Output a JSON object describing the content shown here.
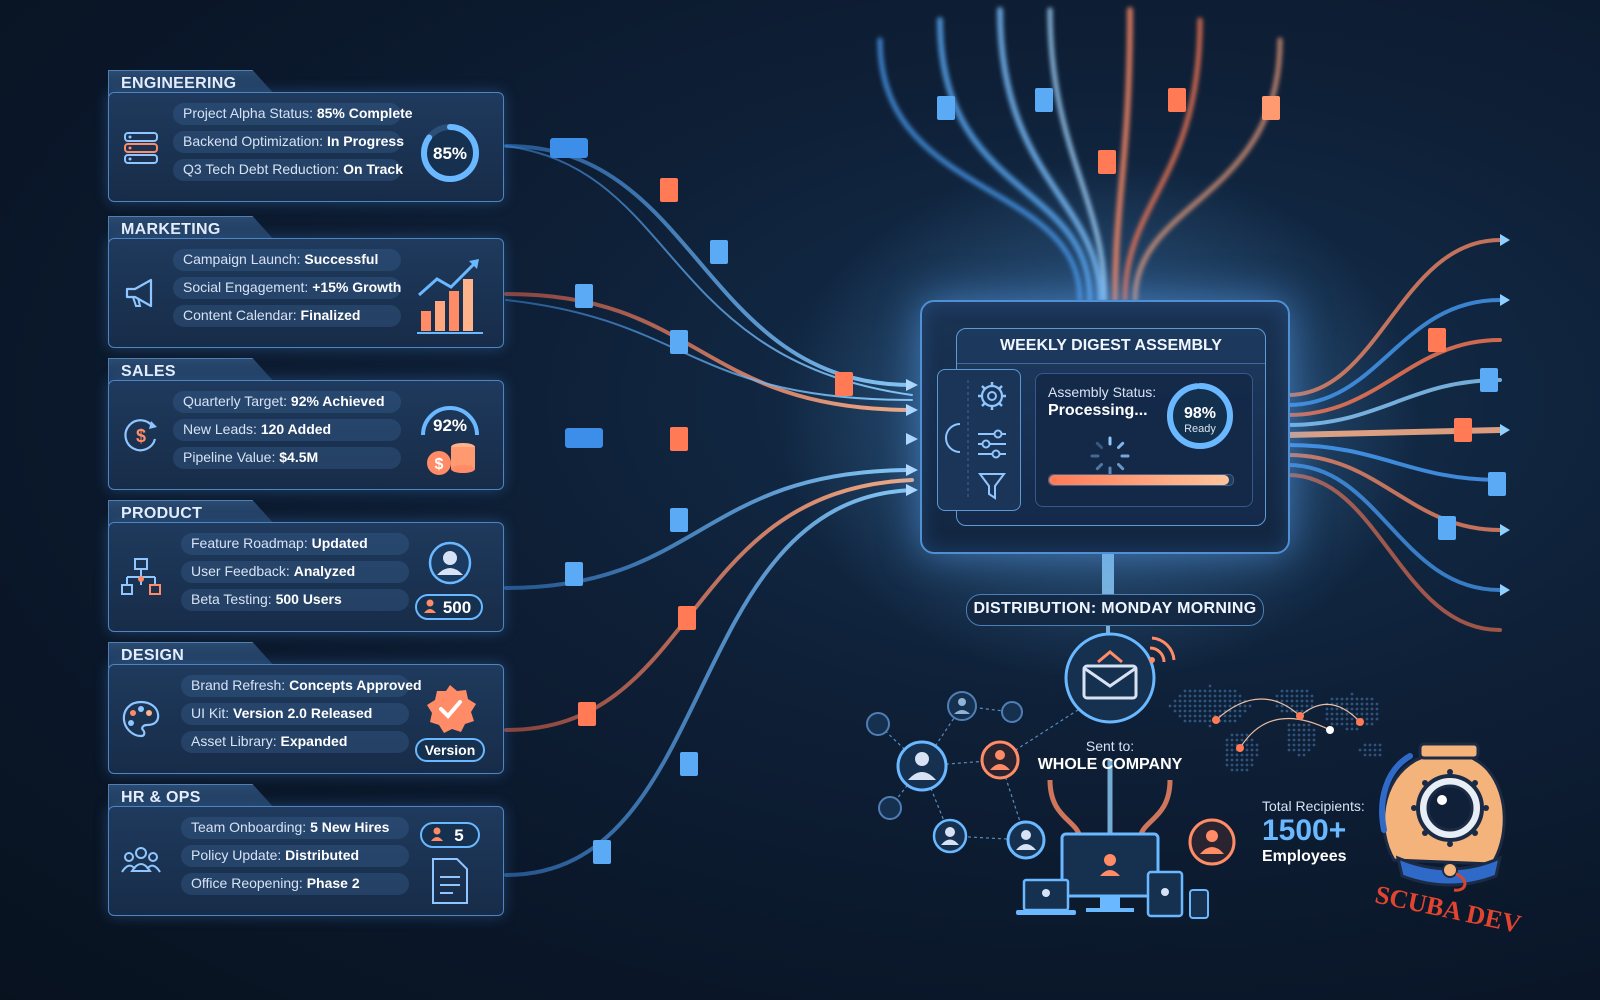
{
  "panels": [
    {
      "title": "ENGINEERING",
      "icon": "server-icon",
      "rows": [
        {
          "label": "Project Alpha Status: ",
          "value": "85% Complete"
        },
        {
          "label": "Backend Optimization: ",
          "value": "In Progress"
        },
        {
          "label": "Q3 Tech Debt Reduction: ",
          "value": "On Track"
        }
      ],
      "badge": "85%",
      "progress": 0.85
    },
    {
      "title": "MARKETING",
      "icon": "megaphone-icon",
      "rows": [
        {
          "label": "Campaign Launch: ",
          "value": "Successful"
        },
        {
          "label": "Social Engagement: ",
          "value": "+15% Growth"
        },
        {
          "label": "Content Calendar: ",
          "value": "Finalized"
        }
      ]
    },
    {
      "title": "SALES",
      "icon": "dollar-cycle-icon",
      "rows": [
        {
          "label": "Quarterly Target: ",
          "value": "92% Achieved"
        },
        {
          "label": "New Leads: ",
          "value": "120 Added"
        },
        {
          "label": "Pipeline Value: ",
          "value": "$4.5M"
        }
      ],
      "badge": "92%"
    },
    {
      "title": "PRODUCT",
      "icon": "flowchart-icon",
      "rows": [
        {
          "label": "Feature Roadmap: ",
          "value": "Updated"
        },
        {
          "label": "User Feedback: ",
          "value": "Analyzed"
        },
        {
          "label": "Beta Testing: ",
          "value": "500 Users"
        }
      ],
      "badge": "500"
    },
    {
      "title": "DESIGN",
      "icon": "palette-icon",
      "rows": [
        {
          "label": "Brand Refresh: ",
          "value": "Concepts Approved"
        },
        {
          "label": "UI Kit: ",
          "value": "Version 2.0 Released"
        },
        {
          "label": "Asset Library: ",
          "value": "Expanded"
        }
      ],
      "badge": "Version"
    },
    {
      "title": "HR & OPS",
      "icon": "team-icon",
      "rows": [
        {
          "label": "Team Onboarding: ",
          "value": "5 New Hires"
        },
        {
          "label": "Policy Update: ",
          "value": "Distributed"
        },
        {
          "label": "Office Reopening: ",
          "value": "Phase 2"
        }
      ],
      "badge": "5"
    }
  ],
  "hub": {
    "title": "WEEKLY DIGEST ASSEMBLY",
    "status_label": "Assembly Status:",
    "status_value": "Processing...",
    "ready_pct": "98%",
    "ready_label": "Ready",
    "ready_fraction": 0.98
  },
  "distribution": "DISTRIBUTION: MONDAY MORNING",
  "sent_label": "Sent to:",
  "sent_value": "WHOLE COMPANY",
  "recipients": {
    "label": "Total Recipients:",
    "count": "1500+",
    "unit": "Employees"
  },
  "logo_text": "SCUBA DEV",
  "colors": {
    "blue": "#4aa3ff",
    "orange": "#ff7a55",
    "panel_border": "#4d84c2"
  }
}
